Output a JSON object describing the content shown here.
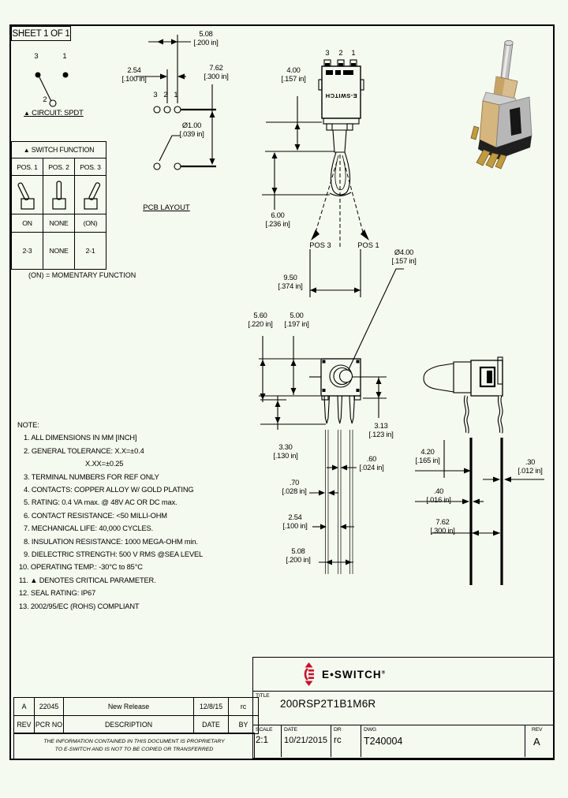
{
  "sheet": {
    "label": "SHEET 1 OF 1"
  },
  "markers": {
    "critical": "▲"
  },
  "circuit": {
    "label": "CIRCUIT: SPDT",
    "pin_top_left": "3",
    "pin_top_right": "1",
    "pin_bottom": "2"
  },
  "function_table": {
    "title": "SWITCH FUNCTION",
    "columns": [
      "POS. 1",
      "POS. 2",
      "POS. 3"
    ],
    "actions": [
      "ON",
      "NONE",
      "(ON)"
    ],
    "terminals": [
      "2-3",
      "NONE",
      "2-1"
    ],
    "caption": "(ON) = MOMENTARY FUNCTION"
  },
  "pcb": {
    "label": "PCB LAYOUT",
    "pins": [
      "3",
      "2",
      "1"
    ]
  },
  "front_view": {
    "pins": [
      "3",
      "2",
      "1"
    ],
    "body_text": "E-SWITCH",
    "pos_left": "POS 3",
    "pos_right": "POS 1"
  },
  "dims": {
    "pcb_span": {
      "mm": "5.08",
      "in": "[.200 in]"
    },
    "pcb_pitch": {
      "mm": "2.54",
      "in": "[.100 in]"
    },
    "pcb_row_spacing": {
      "mm": "7.62",
      "in": "[.300 in]"
    },
    "pcb_hole_dia": {
      "mm": "Ø1.00",
      "in": "[.039 in]"
    },
    "bushing_length": {
      "mm": "4.00",
      "in": "[.157 in]"
    },
    "actuator_length": {
      "mm": "6.00",
      "in": "[.236 in]"
    },
    "actuator_dia": {
      "mm": "Ø4.00",
      "in": "[.157 in]"
    },
    "actuator_travel": {
      "mm": "9.50",
      "in": "[.374 in]"
    },
    "body_height": {
      "mm": "5.60",
      "in": "[.220 in]"
    },
    "body_width": {
      "mm": "5.00",
      "in": "[.197 in]"
    },
    "pin_length": {
      "mm": "3.30",
      "in": "[.130 in]"
    },
    "center_offset": {
      "mm": "3.13",
      "in": "[.123 in]"
    },
    "pin2_width": {
      "mm": ".60",
      "in": "[.024 in]"
    },
    "pin_width": {
      "mm": ".70",
      "in": "[.028 in]"
    },
    "pin_pitch": {
      "mm": "2.54",
      "in": "[.100 in]"
    },
    "pin_span": {
      "mm": "5.08",
      "in": "[.200 in]"
    },
    "side_offset": {
      "mm": "4.20",
      "in": "[.165 in]"
    },
    "side_pin_thk": {
      "mm": ".30",
      "in": "[.012 in]"
    },
    "side_pin_thk2": {
      "mm": ".40",
      "in": "[.016 in]"
    },
    "side_row_spacing": {
      "mm": "7.62",
      "in": "[.300 in]"
    }
  },
  "notes": {
    "heading": "NOTE:",
    "items": [
      "1. ALL DIMENSIONS IN MM [INCH]",
      "2. GENERAL TOLERANCE: X.X=±0.4",
      "3. TERMINAL NUMBERS FOR REF ONLY",
      "4. CONTACTS: COPPER ALLOY W/ GOLD PLATING",
      "5. RATING: 0.4 VA max. @ 48V AC OR DC max.",
      "6. CONTACT RESISTANCE: <50 MILLI-OHM",
      "7. MECHANICAL LIFE: 40,000 CYCLES.",
      "8. INSULATION RESISTANCE: 1000 MEGA-OHM min.",
      "9. DIELECTRIC STRENGTH: 500 V RMS @SEA LEVEL",
      "10. OPERATING TEMP.: -30°C to 85°C",
      "11. ▲ DENOTES CRITICAL PARAMETER.",
      "12. SEAL RATING: IP67",
      "13. 2002/95/EC (ROHS) COMPLIANT"
    ],
    "tolerance_line2": "X.XX=±0.25"
  },
  "revision_table": {
    "headers": [
      "REV",
      "PCR NO",
      "DESCRIPTION",
      "DATE",
      "BY"
    ],
    "row": {
      "rev": "A",
      "pcr_no": "22045",
      "description": "New Release",
      "date": "12/8/15",
      "by": "rc"
    },
    "disclaimer_line1": "THE INFORMATION CONTAINED IN THIS DOCUMENT IS PROPRIETARY",
    "disclaimer_line2": "TO E-SWITCH AND IS NOT TO BE COPIED OR TRANSFERRED"
  },
  "title_block": {
    "brand": "E•SWITCH",
    "brand_reg": "®",
    "title_label": "TITLE",
    "title": "200RSP2T1B1M6R",
    "scale_label": "SCALE",
    "scale": "2:1",
    "date_label": "DATE",
    "date": "10/21/2015",
    "dr_label": "DR",
    "dr": "rc",
    "dwg_label": "DWG",
    "dwg": "T240004",
    "rev_label": "REV",
    "rev": "A"
  },
  "colors": {
    "paper": "#f4faef",
    "ink": "#000000",
    "brand_red": "#c8102e"
  }
}
